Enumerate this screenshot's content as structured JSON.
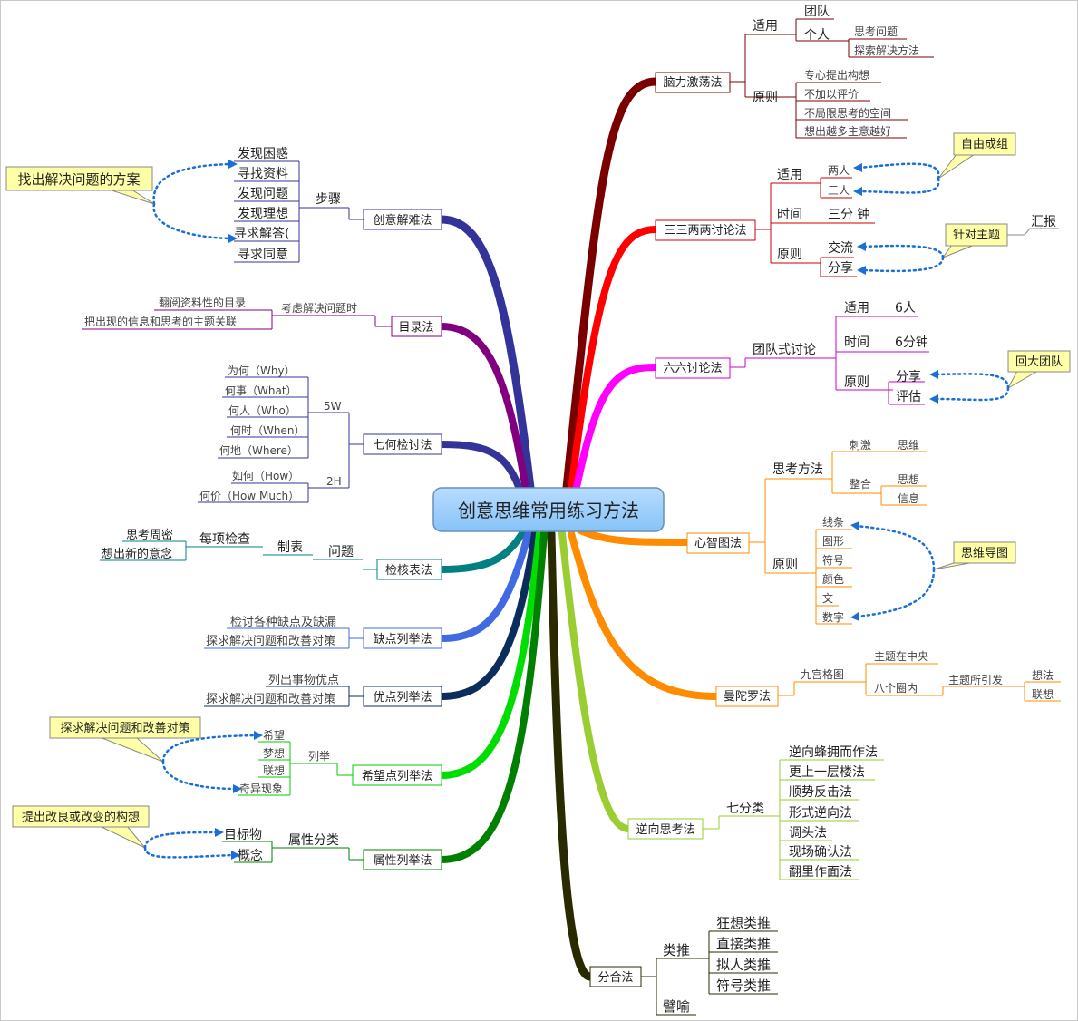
{
  "central": "创意思维常用练习方法",
  "branches": {
    "brainstorm": {
      "label": "脑力激荡法",
      "color": "#7a0000",
      "apply": "适用",
      "team": "团队",
      "individual": "个人",
      "think": "思考问题",
      "explore": "探索解决方法",
      "principle": "原则",
      "p1": "专心提出构想",
      "p2": "不加以评价",
      "p3": "不局限思考的空间",
      "p4": "想出越多主意越好"
    },
    "sansan": {
      "label": "三三两两讨论法",
      "color": "#ff0000",
      "apply": "适用",
      "two": "两人",
      "three": "三人",
      "time": "时间",
      "minutes": "三分 钟",
      "principle": "原则",
      "exchange": "交流",
      "share": "分享",
      "callout_free": "自由成组",
      "callout_topic": "针对主题",
      "report": "汇报"
    },
    "liuliu": {
      "label": "六六讨论法",
      "color": "#ff00ff",
      "team": "团队式讨论",
      "apply": "适用",
      "six": "6人",
      "time": "时间",
      "sixmin": "6分钟",
      "principle": "原则",
      "share": "分享",
      "evaluate": "评估",
      "callout": "回大团队"
    },
    "mindmap": {
      "label": "心智图法",
      "color": "#ff8c00",
      "method": "思考方法",
      "stimulate": "刺激",
      "thinking": "思维",
      "integrate": "整合",
      "idea": "思想",
      "info": "信息",
      "principle": "原则",
      "lines": "线条",
      "graphics": "图形",
      "symbols": "符号",
      "colors": "颜色",
      "text": "文",
      "numbers": "数字",
      "callout": "思维导图"
    },
    "mandala": {
      "label": "曼陀罗法",
      "color": "#ff8c00",
      "grid": "九宫格图",
      "center": "主题在中央",
      "eight": "八个圈内",
      "triggered": "主题所引发",
      "method": "想法",
      "assoc": "联想"
    },
    "reverse": {
      "label": "逆向思考法",
      "color": "#9acd32",
      "seven": "七分类",
      "items": [
        "逆向蜂拥而作法",
        "更上一层楼法",
        "顺势反击法",
        "形式逆向法",
        "调头法",
        "现场确认法",
        "翻里作面法"
      ]
    },
    "synectics": {
      "label": "分合法",
      "color": "#2a2a00",
      "analogy": "类推",
      "items": [
        "狂想类推",
        "直接类推",
        "拟人类推",
        "符号类推"
      ],
      "metaphor": "譬喻"
    },
    "creative": {
      "label": "创意解难法",
      "color": "#333399",
      "steps": "步骤",
      "items": [
        "发现困惑",
        "寻找资料",
        "发现问题",
        "发现理想",
        "寻求解答(",
        "寻求同意"
      ],
      "callout": "找出解决问题的方案"
    },
    "catalog": {
      "label": "目录法",
      "color": "#800080",
      "consider": "考虑解决问题时",
      "a": "翻阅资料性的目录",
      "b": "把出现的信息和思考的主题关联"
    },
    "seven": {
      "label": "七何检讨法",
      "color": "#333399",
      "fivew": "5W",
      "w": [
        "为何（Why）",
        "何事（What）",
        "何人（Who）",
        "何时（When）",
        "何地（Where）"
      ],
      "twoh": "2H",
      "h": [
        "如何（How）",
        "何价（How Much）"
      ]
    },
    "checklist": {
      "label": "检核表法",
      "color": "#008080",
      "question": "问题",
      "table": "制表",
      "each": "每项检查",
      "careful": "思考周密",
      "newidea": "想出新的意念"
    },
    "defect": {
      "label": "缺点列举法",
      "color": "#4169e1",
      "a": "检讨各种缺点及缺漏",
      "b": "探求解决问题和改善对策"
    },
    "merit": {
      "label": "优点列举法",
      "color": "#0b2d5c",
      "a": "列出事物优点",
      "b": "探求解决问题和改善对策"
    },
    "hope": {
      "label": "希望点列举法",
      "color": "#00dd00",
      "list": "列举",
      "items": [
        "希望",
        "梦想",
        "联想",
        "奇异现象"
      ],
      "callout": "探求解决问题和改善对策"
    },
    "attribute": {
      "label": "属性列举法",
      "color": "#008000",
      "classify": "属性分类",
      "target": "目标物",
      "concept": "概念",
      "callout": "提出改良或改变的构想"
    }
  }
}
